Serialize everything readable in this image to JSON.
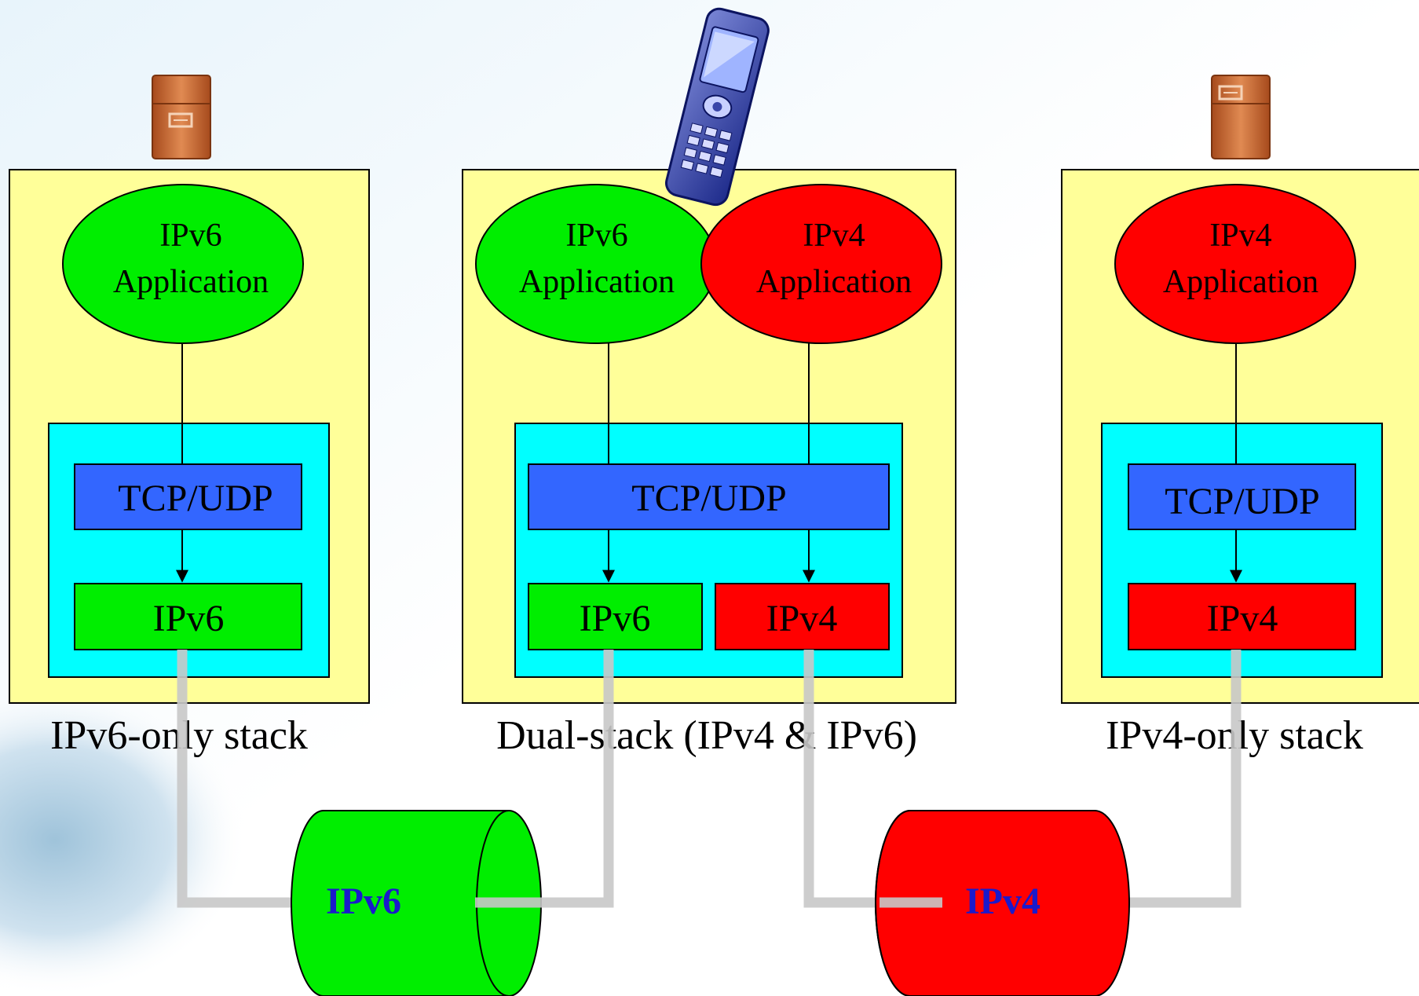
{
  "colors": {
    "stack_panel": "#ffff99",
    "transport_panel": "#00ffff",
    "tcp": "#3366ff",
    "ipv6": "#00ee00",
    "ipv4": "#ff0000",
    "tube_label": "#1a1acc",
    "link": "#c8c8c8",
    "server": "#c8662e"
  },
  "stacks": {
    "left": {
      "caption": "IPv6-only stack",
      "app": {
        "line1": "IPv6",
        "line2": "Application"
      },
      "transport": "TCP/UDP",
      "network": "IPv6",
      "device_icon": "server-icon"
    },
    "middle": {
      "caption": "Dual-stack (IPv4 & IPv6)",
      "app_v6": {
        "line1": "IPv6",
        "line2": "Application"
      },
      "app_v4": {
        "line1": "IPv4",
        "line2": "Application"
      },
      "transport": "TCP/UDP",
      "network_v6": "IPv6",
      "network_v4": "IPv4",
      "device_icon": "mobile-phone-icon"
    },
    "right": {
      "caption": "IPv4-only stack",
      "app": {
        "line1": "IPv4",
        "line2": "Application"
      },
      "transport": "TCP/UDP",
      "network": "IPv4",
      "device_icon": "server-icon"
    }
  },
  "networks": {
    "ipv6": {
      "label": "IPv6"
    },
    "ipv4": {
      "label": "IPv4"
    }
  }
}
